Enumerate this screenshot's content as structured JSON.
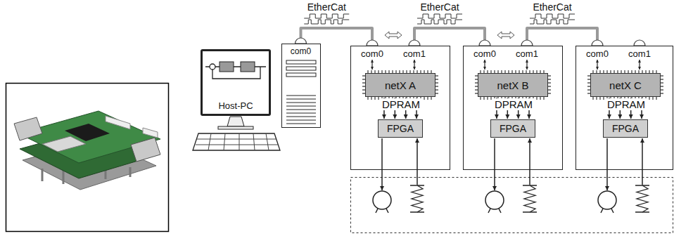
{
  "diagram": {
    "nodes": [
      {
        "text": [
          "Host-PC"
        ]
      },
      {
        "text": [
          "com0"
        ]
      },
      {
        "text": [
          "com0",
          "com1",
          "DPRAM"
        ]
      },
      {
        "text": [
          "netX A"
        ],
        "in": 2
      },
      {
        "text": [
          "FPGA"
        ],
        "in": 2
      },
      {
        "text": [
          "com0",
          "com1",
          "DPRAM"
        ]
      },
      {
        "text": [
          "netX B"
        ],
        "in": 5
      },
      {
        "text": [
          "FPGA"
        ],
        "in": 5
      },
      {
        "text": [
          "com0",
          "com1",
          "DPRAM"
        ]
      },
      {
        "text": [
          "netX C"
        ],
        "in": 8
      },
      {
        "text": [
          "FPGA"
        ],
        "in": 8
      }
    ],
    "edges": [
      {
        "from": 1,
        "to": 2,
        "arrow": "none",
        "label": "EtherCat"
      },
      {
        "from": 2,
        "to": 5,
        "arrow": "none",
        "label": "EtherCat"
      },
      {
        "from": 5,
        "to": 8,
        "arrow": "none",
        "label": "EtherCat"
      },
      {
        "from": 3,
        "to": 4,
        "arrow": "both"
      },
      {
        "from": 6,
        "to": 7,
        "arrow": "both"
      },
      {
        "from": 9,
        "to": 10,
        "arrow": "both"
      }
    ]
  }
}
